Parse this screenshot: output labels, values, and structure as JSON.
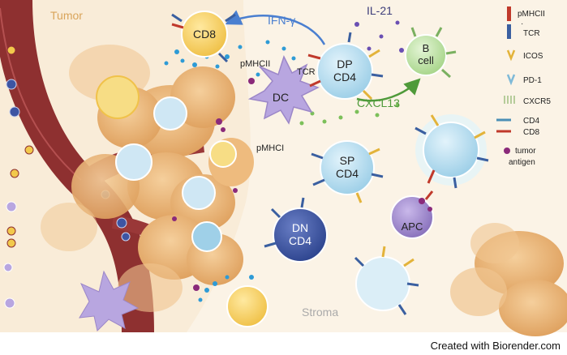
{
  "regions": {
    "tumor": "Tumor",
    "stroma": "Stroma"
  },
  "cells": {
    "cd8_top": "CD8",
    "dc": "DC",
    "dp_line1": "DP",
    "dp_line2": "CD4",
    "b_line1": "B",
    "b_line2": "cell",
    "sp_line1": "SP",
    "sp_line2": "CD4",
    "dn_line1": "DN",
    "dn_line2": "CD4",
    "apc": "APC"
  },
  "signals": {
    "ifn": "IFN-γ",
    "il21": "IL-21",
    "cxcl13": "CXCL13",
    "pmhcii_dc": "pMHCII",
    "tcr_dc": "TCR",
    "pmhci_dc": "pMHCI"
  },
  "legend": {
    "pmhcii": "pMHCII",
    "dot": "·",
    "tcr": "TCR",
    "icos": "ICOS",
    "pd1": "PD-1",
    "cxcr5": "CXCR5",
    "cd4": "CD4",
    "cd8": "CD8",
    "tumor": "tumor",
    "antigen": "antigen"
  },
  "colors": {
    "tumor_bg": "#fbf1e2",
    "tumor_cell": "#e9b77c",
    "vessel": "#8c2f2f",
    "cd8_cell": "#f6d36a",
    "dc_cell": "#b8a6e0",
    "dp_cell": "#b9def0",
    "b_cell": "#c6e6b0",
    "dn_cell": "#3d55a3",
    "apc_cell": "#9c87c8",
    "arrow_blue": "#4a7fd0",
    "arrow_green": "#4f9a3a",
    "antigen": "#8a2a7a"
  },
  "credit": "Created with Biorender.com"
}
